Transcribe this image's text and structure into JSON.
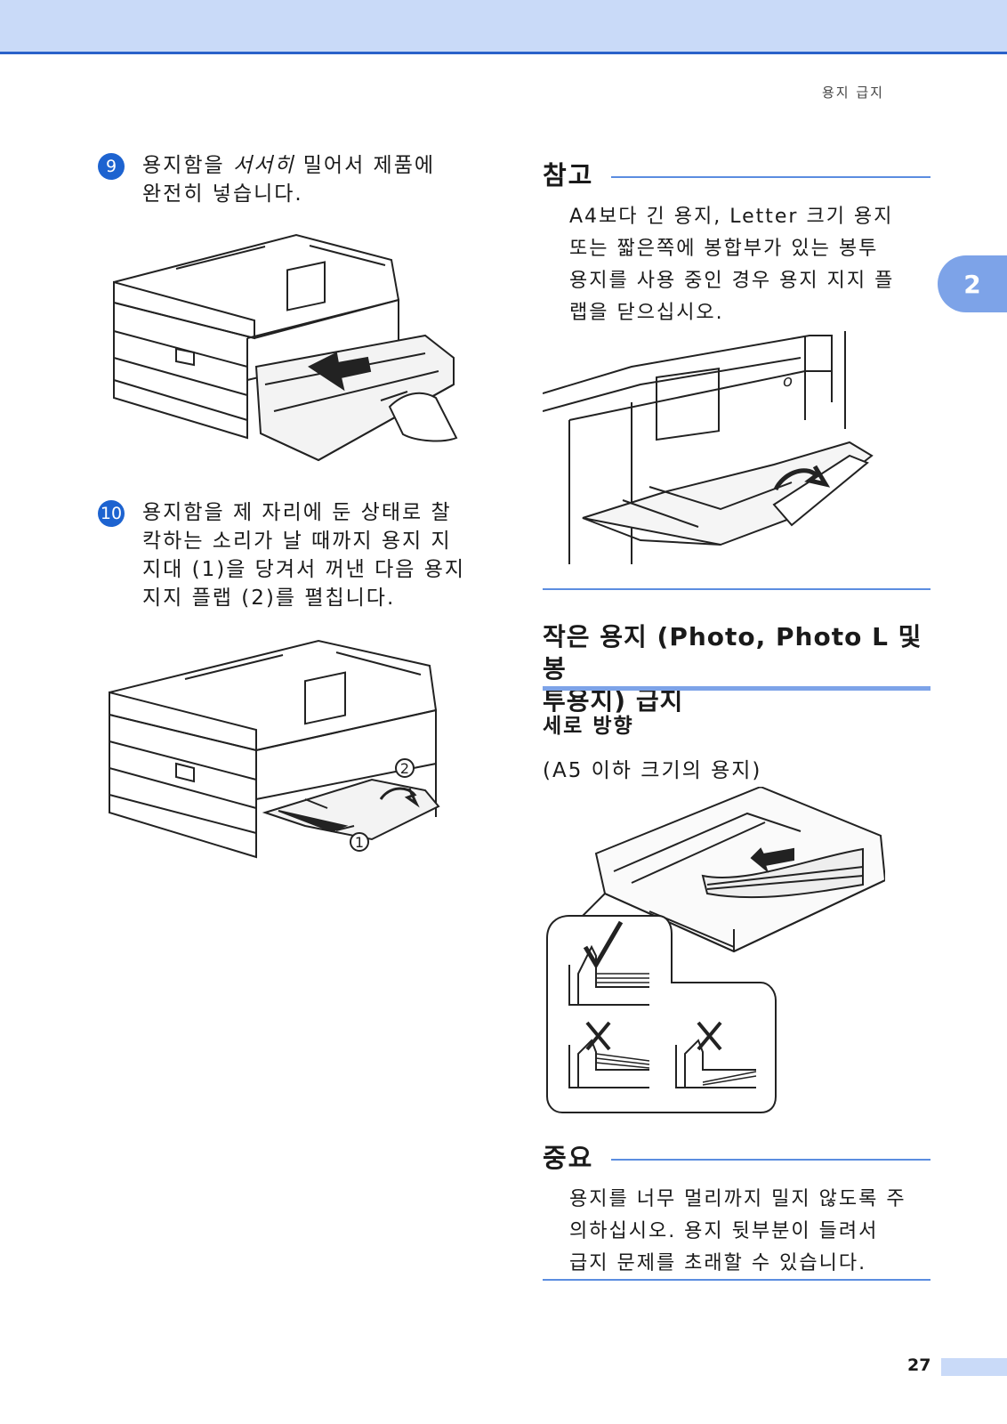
{
  "header": {
    "running_title": "용지 급지"
  },
  "chapter_tab": {
    "label": "2"
  },
  "step9": {
    "number": "9",
    "line1_pre": "용지함을 ",
    "line1_em": "서서히",
    "line1_post": " 밀어서 제품에",
    "line2": "완전히 넣습니다."
  },
  "step10": {
    "number": "10",
    "lines": [
      "용지함을 제 자리에 둔 상태로 찰",
      "칵하는 소리가 날 때까지 용지 지",
      "지대 (1)을 당겨서 꺼낸 다음 용지",
      "지지 플랩 (2)를 펼칩니다."
    ]
  },
  "figure2": {
    "callout1": "1",
    "callout2": "2"
  },
  "note": {
    "title": "참고",
    "lines": [
      "A4보다 긴 용지, Letter 크기 용지",
      "또는 짧은쪽에 봉합부가 있는 봉투",
      "용지를 사용 중인 경우 용지 지지 플",
      "랩을 닫으십시오."
    ]
  },
  "section": {
    "title_line1": "작은 용지 (Photo, Photo L 및 봉",
    "title_line2": "투용지) 급지",
    "subheading": "세로 방향",
    "paper_size_note": "(A5 이하 크기의 용지)"
  },
  "important": {
    "title": "중요",
    "lines": [
      "용지를 너무 멀리까지 밀지 않도록 주",
      "의하십시오. 용지 뒷부분이 들려서",
      "급지 문제를 초래할 수 있습니다."
    ]
  },
  "footer": {
    "page_number": "27"
  },
  "colors": {
    "accent": "#1d63d0",
    "rule": "#5b8de0",
    "band": "#c9daf8"
  }
}
